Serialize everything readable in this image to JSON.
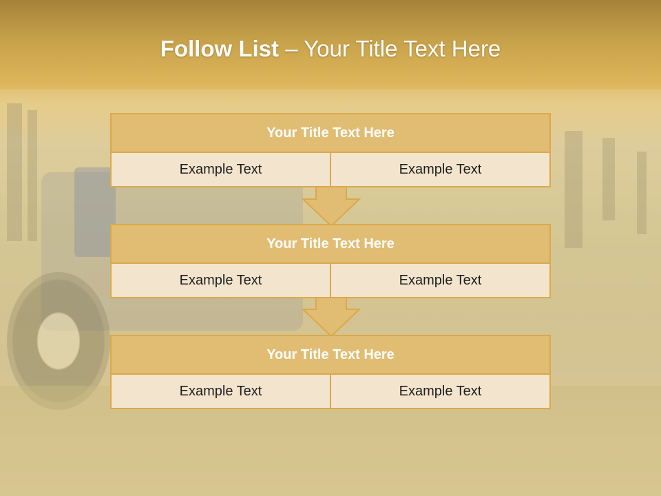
{
  "slide": {
    "title_bold": "Follow List",
    "title_rest": "– Your Title Text Here"
  },
  "steps": [
    {
      "title": "Your Title Text Here",
      "left": "Example Text",
      "right": "Example Text"
    },
    {
      "title": "Your Title Text Here",
      "left": "Example Text",
      "right": "Example Text"
    },
    {
      "title": "Your Title Text Here",
      "left": "Example Text",
      "right": "Example Text"
    }
  ],
  "colors": {
    "header_fill": "#e1bd74",
    "cell_fill": "#f2e4cd",
    "border": "#d9a94a",
    "title_text": "#ffffff"
  },
  "icons": [
    "down-arrow-icon",
    "down-arrow-icon"
  ]
}
